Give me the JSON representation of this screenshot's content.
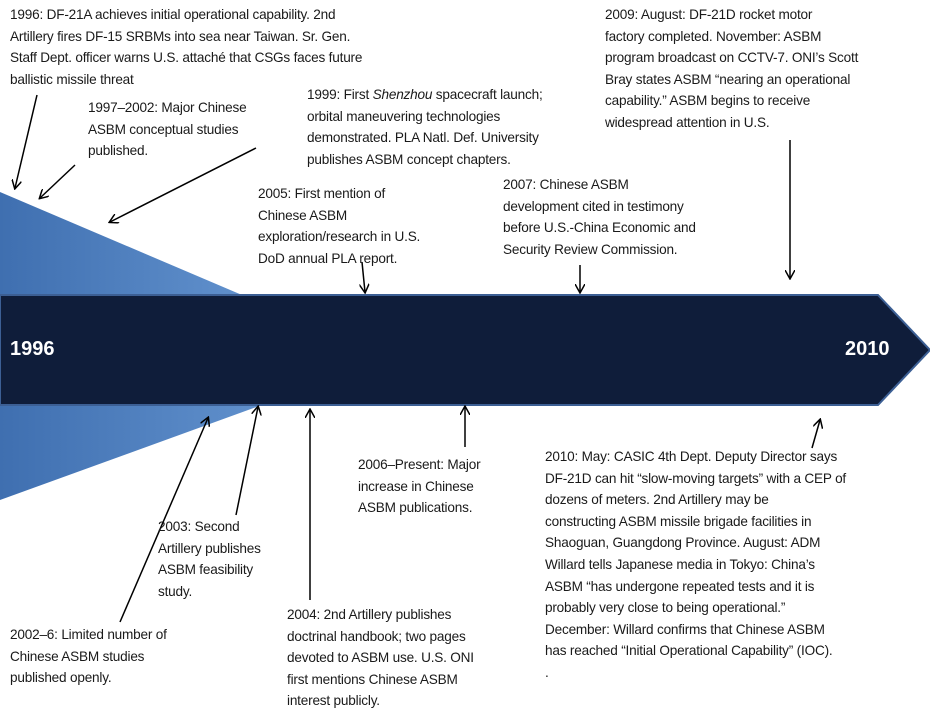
{
  "timeline": {
    "start_year": "1996",
    "end_year": "2010",
    "bar_color": "#0f1d3a",
    "wedge_color": "#4f7fbf"
  },
  "events": {
    "e1996": "1996: DF-21A achieves initial operational capability. 2nd\nArtillery fires DF-15 SRBMs into sea near Taiwan. Sr. Gen.\nStaff Dept. officer warns U.S. attaché that CSGs faces future\nballistic missile  threat",
    "e1997": "1997–2002: Major Chinese\nASBM conceptual studies\npublished.",
    "e1999_a": "1999: First ",
    "e1999_italic": "Shenzhou",
    "e1999_b": " spacecraft launch;\norbital maneuvering technologies\ndemonstrated. PLA Natl.  Def. University\npublishes ASBM concept chapters.",
    "e2005": "2005: First mention of\nChinese ASBM\nexploration/research in U.S.\nDoD annual PLA report.",
    "e2007": "2007: Chinese ASBM\ndevelopment cited in testimony\nbefore U.S.-China Economic and\nSecurity Review Commission.",
    "e2009": "2009: August: DF-21D rocket motor\nfactory completed. November: ASBM\nprogram broadcast on CCTV-7. ONI’s Scott\nBray states ASBM “nearing an operational\ncapability.” ASBM begins to receive\nwidespread attention in U.S.",
    "e2006": "2006–Present: Major\nincrease in Chinese\nASBM publications.",
    "e2003": "2003: Second\nArtillery publishes\nASBM feasibility\nstudy.",
    "e2002": "2002–6: Limited number of\nChinese ASBM studies\npublished openly.",
    "e2004": "2004: 2nd Artillery publishes\ndoctrinal handbook; two pages\ndevoted to ASBM use. U.S. ONI\nfirst mentions Chinese  ASBM\ninterest publicly.",
    "e2010": "2010: May: CASIC 4th Dept. Deputy Director says\nDF-21D can hit “slow-moving targets” with a CEP of\ndozens of meters.  2nd Artillery may be\nconstructing ASBM missile  brigade facilities in\nShaoguan, Guangdong Province. August: ADM\nWillard tells Japanese media in Tokyo: China’s\nASBM “has undergone repeated tests and it is\nprobably very close to being operational.”\nDecember: Willard confirms that Chinese ASBM\nhas reached “Initial Operational Capability” (IOC).\n."
  }
}
